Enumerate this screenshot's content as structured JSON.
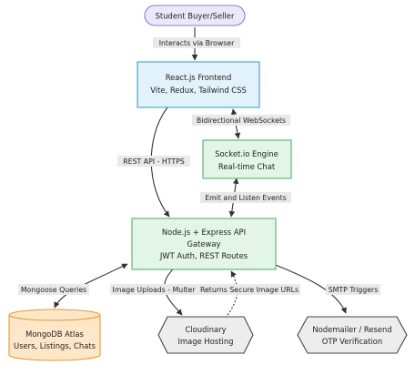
{
  "nodes": {
    "student": {
      "label": "Student Buyer/Seller"
    },
    "frontend": {
      "line1": "React.js Frontend",
      "line2": "Vite, Redux, Tailwind CSS"
    },
    "socket": {
      "line1": "Socket.io Engine",
      "line2": "Real-time Chat"
    },
    "api": {
      "line1": "Node.js + Express API",
      "line2": "Gateway",
      "line3": "JWT Auth, REST Routes"
    },
    "mongodb": {
      "line1": "MongoDB Atlas",
      "line2": "Users, Listings, Chats"
    },
    "cloudinary": {
      "line1": "Cloudinary",
      "line2": "Image Hosting"
    },
    "nodemailer": {
      "line1": "Nodemailer / Resend",
      "line2": "OTP Verification"
    }
  },
  "edges": {
    "interacts": "Interacts via Browser",
    "rest": "REST API - HTTPS",
    "websockets": "Bidirectional WebSockets",
    "emit": "Emit and Listen Events",
    "mongoose": "Mongoose Queries",
    "uploads": "Image Uploads - Multer",
    "returns": "Returns Secure Image URLs",
    "smtp": "SMTP Triggers"
  },
  "colors": {
    "user_fill": "#ece8fb",
    "user_stroke": "#8a7fc7",
    "frontend_fill": "#e1f2fb",
    "frontend_stroke": "#4b9fc9",
    "service_fill": "#e2f5e6",
    "service_stroke": "#5bb06b",
    "db_fill": "#fde7c8",
    "db_stroke": "#e49a2e",
    "external_fill": "#ededed",
    "external_stroke": "#444444",
    "edge": "#333333",
    "edge_label_bg": "#e9e9e9"
  }
}
